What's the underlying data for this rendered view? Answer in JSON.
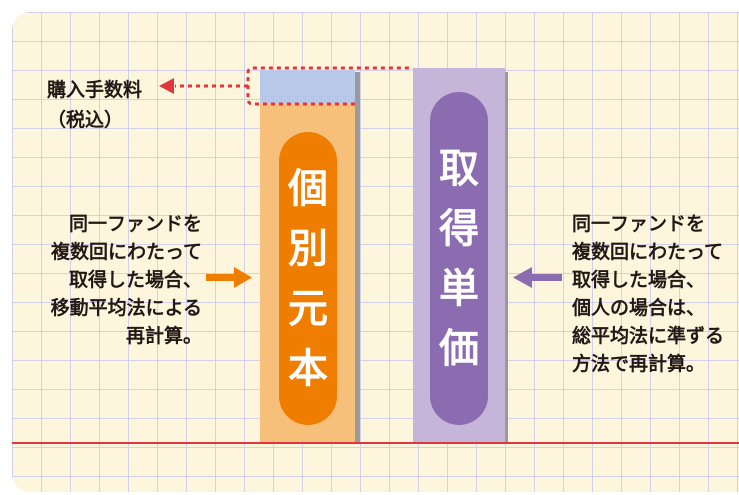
{
  "fee_label": [
    "購入手数料",
    "（税込）"
  ],
  "orange_column_label": [
    "個",
    "別",
    "元",
    "本"
  ],
  "purple_column_label": [
    "取",
    "得",
    "単",
    "価"
  ],
  "left_note": [
    "同一ファンドを",
    "複数回にわたって",
    "取得した場合、",
    "移動平均法による",
    "再計算。"
  ],
  "right_note": [
    "同一ファンドを",
    "複数回にわたって",
    "取得した場合、",
    "個人の場合は、",
    "総平均法に準ずる",
    "方法で再計算。"
  ],
  "colors": {
    "orange_column": "#f7c07a",
    "orange_pill": "#ee7d00",
    "purple_column": "#c5b5d9",
    "purple_pill": "#8b6cb0",
    "fee_block": "#b8c8e8",
    "dotted_outline": "#e0363c",
    "baseline": "#e0363c",
    "background": "#fdf6dc",
    "grid": "#cdcdeb"
  },
  "icons": {
    "fee_arrow": "arrow-left-icon",
    "left_arrow": "arrow-right-icon",
    "right_arrow": "arrow-left-icon"
  }
}
